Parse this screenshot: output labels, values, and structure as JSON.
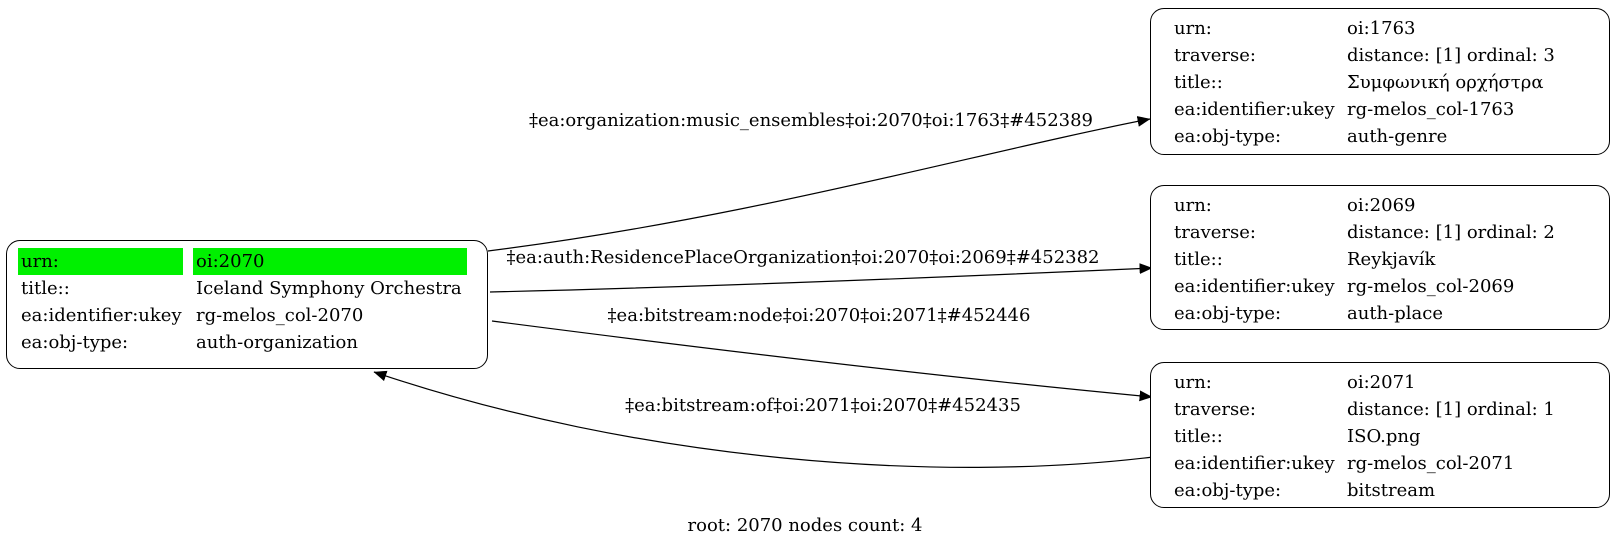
{
  "colors": {
    "highlight": "#00f000",
    "edge": "#000000",
    "node_border": "#000000",
    "background": "#ffffff"
  },
  "root_node": {
    "rows": [
      {
        "key": "urn:",
        "value": "oi:2070"
      },
      {
        "key": "title::",
        "value": "Iceland Symphony Orchestra"
      },
      {
        "key": "ea:identifier:ukey",
        "value": "rg-melos_col-2070"
      },
      {
        "key": "ea:obj-type:",
        "value": "auth-organization"
      }
    ]
  },
  "nodes": [
    {
      "rows": [
        {
          "key": "urn:",
          "value": "oi:1763"
        },
        {
          "key": "traverse:",
          "distance": "distance: [1]",
          "ordinal": "ordinal: 3"
        },
        {
          "key": "title::",
          "value": "Συμφωνική ορχήστρα"
        },
        {
          "key": "ea:identifier:ukey",
          "value": "rg-melos_col-1763"
        },
        {
          "key": "ea:obj-type:",
          "value": "auth-genre"
        }
      ]
    },
    {
      "rows": [
        {
          "key": "urn:",
          "value": "oi:2069"
        },
        {
          "key": "traverse:",
          "distance": "distance: [1]",
          "ordinal": "ordinal: 2"
        },
        {
          "key": "title::",
          "value": "Reykjavík"
        },
        {
          "key": "ea:identifier:ukey",
          "value": "rg-melos_col-2069"
        },
        {
          "key": "ea:obj-type:",
          "value": "auth-place"
        }
      ]
    },
    {
      "rows": [
        {
          "key": "urn:",
          "value": "oi:2071"
        },
        {
          "key": "traverse:",
          "distance": "distance: [1]",
          "ordinal": "ordinal: 1"
        },
        {
          "key": "title::",
          "value": "ISO.png"
        },
        {
          "key": "ea:identifier:ukey",
          "value": "rg-melos_col-2071"
        },
        {
          "key": "ea:obj-type:",
          "value": "bitstream"
        }
      ]
    }
  ],
  "edge_labels": [
    "‡ea:organization:music_ensembles‡oi:2070‡oi:1763‡#452389",
    "‡ea:auth:ResidencePlaceOrganization‡oi:2070‡oi:2069‡#452382",
    "‡ea:bitstream:node‡oi:2070‡oi:2071‡#452446",
    "‡ea:bitstream:of‡oi:2071‡oi:2070‡#452435"
  ],
  "footer": "root: 2070 nodes count: 4"
}
